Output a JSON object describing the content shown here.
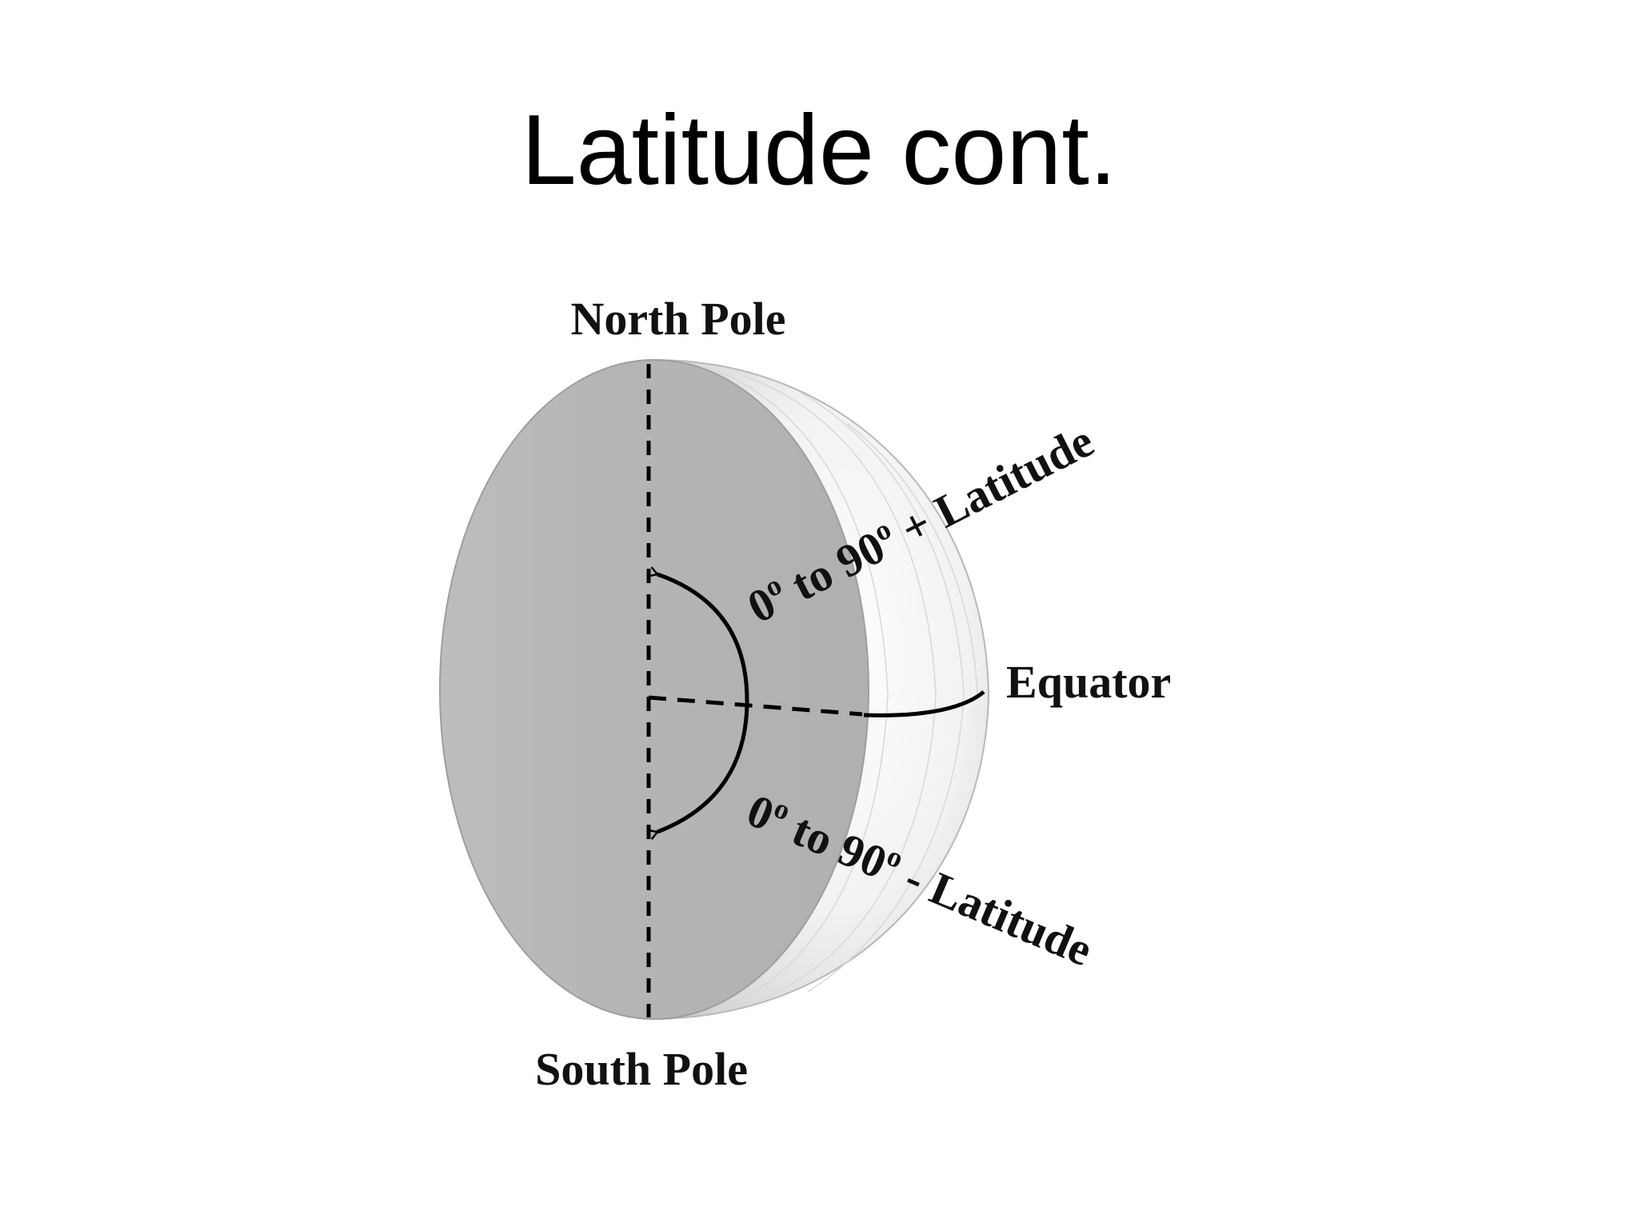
{
  "title": "Latitude cont.",
  "diagram": {
    "north_pole_label": "North Pole",
    "south_pole_label": "South Pole",
    "equator_label": "Equator",
    "north_range": {
      "start": "0",
      "degree_symbol": "o",
      "middle": " to 90",
      "suffix": " + Latitude"
    },
    "south_range": {
      "start": "0",
      "degree_symbol": "o",
      "middle": " to 90",
      "suffix": " - Latitude"
    }
  }
}
